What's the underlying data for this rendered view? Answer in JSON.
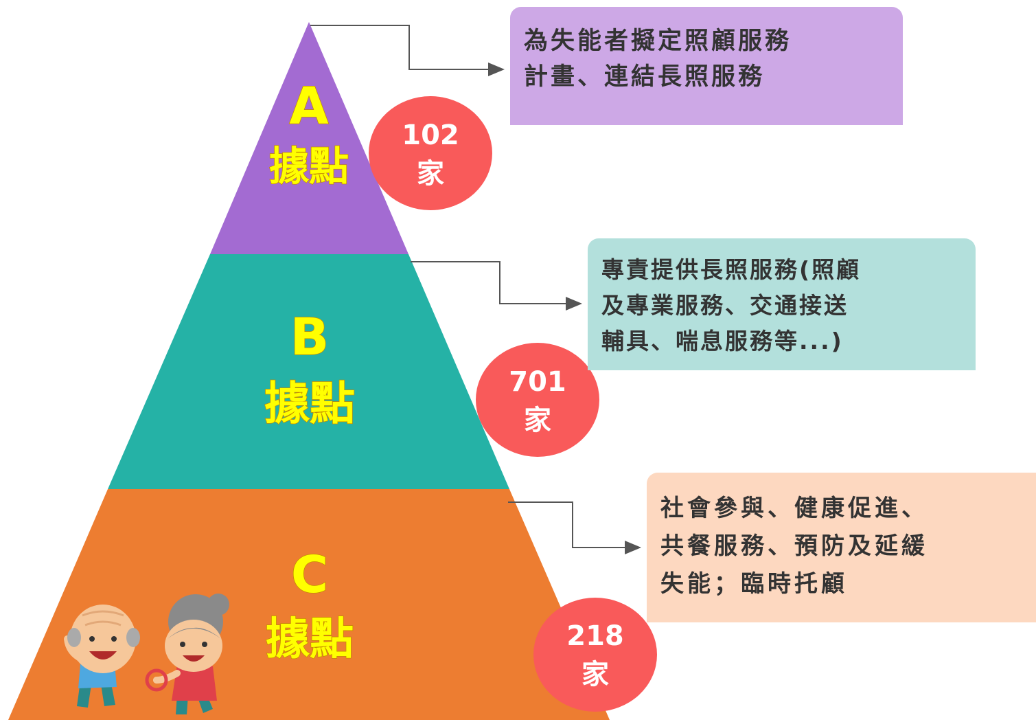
{
  "colors": {
    "tier_a": "#a36bd2",
    "tier_b": "#25b2a6",
    "tier_c": "#ed7d31",
    "badge": "#f95a5a",
    "callout_a": "#cda8e6",
    "callout_b": "#b3e0dc",
    "callout_c": "#fdd8c0",
    "connector": "#555555"
  },
  "tiers": [
    {
      "letter": "A",
      "label": "據點",
      "count": "102",
      "unit": "家",
      "description": [
        "為失能者擬定照顧服務",
        "計畫、連結長照服務"
      ]
    },
    {
      "letter": "B",
      "label": "據點",
      "count": "701",
      "unit": "家",
      "description": [
        "專責提供長照服務(照顧",
        "及專業服務、交通接送",
        "輔具、喘息服務等...)"
      ]
    },
    {
      "letter": "C",
      "label": "據點",
      "count": "218",
      "unit": "家",
      "description": [
        "社會參與、健康促進、",
        "共餐服務、預防及延緩",
        "失能；臨時托顧"
      ]
    }
  ],
  "illustration": "elderly-couple-cartoon-icon"
}
